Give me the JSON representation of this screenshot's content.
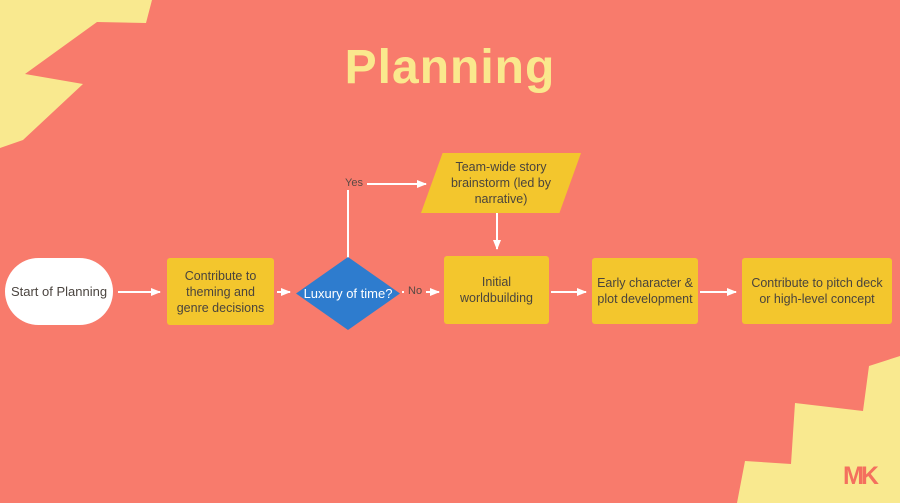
{
  "title": "Planning",
  "logo": "MK",
  "colors": {
    "background": "#F87B6C",
    "corner_yellow": "#F9E98F",
    "node_gold": "#F3C62D",
    "diamond_blue": "#2E7CCE",
    "node_text": "#4A443D",
    "arrow_white": "#FFFFFF",
    "logo_coral": "#F4705E",
    "title_yellow": "#FAE88D"
  },
  "flowchart": {
    "nodes": {
      "start": {
        "shape": "pill",
        "label": "Start of Planning"
      },
      "theming": {
        "shape": "rect",
        "label": "Contribute to\ntheming and\ngenre decisions"
      },
      "decision": {
        "shape": "diamond",
        "label": "Luxury of time?"
      },
      "brainstorm": {
        "shape": "parallelogram",
        "label": "Team-wide story\nbrainstorm (led by\nnarrative)"
      },
      "worldbuilding": {
        "shape": "rect",
        "label": "Initial\nworldbuilding"
      },
      "character": {
        "shape": "rect",
        "label": "Early character &\nplot development"
      },
      "pitch": {
        "shape": "rect",
        "label": "Contribute to pitch deck\nor high-level concept"
      }
    },
    "edge_labels": {
      "yes": "Yes",
      "no": "No"
    },
    "edges": [
      "start -> theming",
      "theming -> decision",
      "decision -Yes-> brainstorm",
      "decision -No-> worldbuilding",
      "brainstorm -> worldbuilding",
      "worldbuilding -> character",
      "character -> pitch"
    ]
  }
}
